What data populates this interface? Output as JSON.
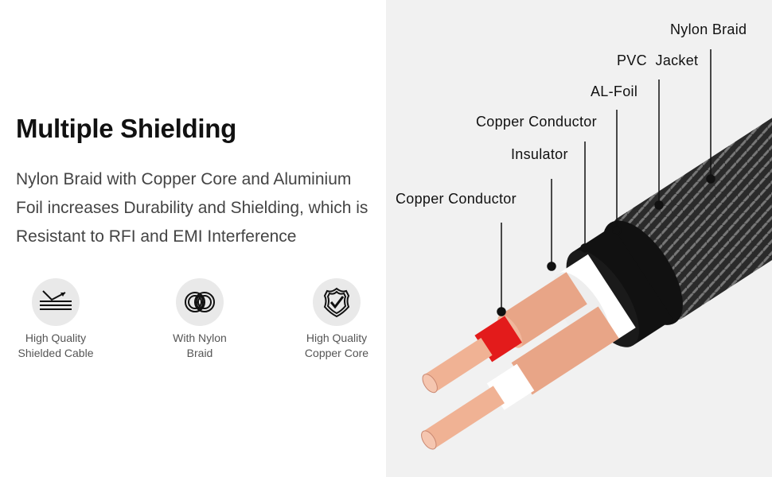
{
  "heading": "Multiple Shielding",
  "description": "Nylon Braid with Copper Core and Aluminium Foil increases Durability and Shielding, which is Resistant to RFI and EMI Interference",
  "features": [
    {
      "icon": "shield-reflect-icon",
      "label_line1": "High Quality",
      "label_line2": "Shielded Cable"
    },
    {
      "icon": "braid-rings-icon",
      "label_line1": "With Nylon",
      "label_line2": "Braid"
    },
    {
      "icon": "badge-check-icon",
      "label_line1": "High Quality",
      "label_line2": "Copper Core"
    }
  ],
  "cable_labels": {
    "nylon_braid": "Nylon Braid",
    "pvc_jacket": "PVC  Jacket",
    "al_foil": "AL-Foil",
    "copper_conductor_outer": "Copper Conductor",
    "insulator": "Insulator",
    "copper_conductor_inner": "Copper Conductor"
  },
  "colors": {
    "copper": "#e9a98a",
    "insulator_red": "#e31b1b",
    "jacket": "#111111",
    "foil": "#ffffff"
  }
}
